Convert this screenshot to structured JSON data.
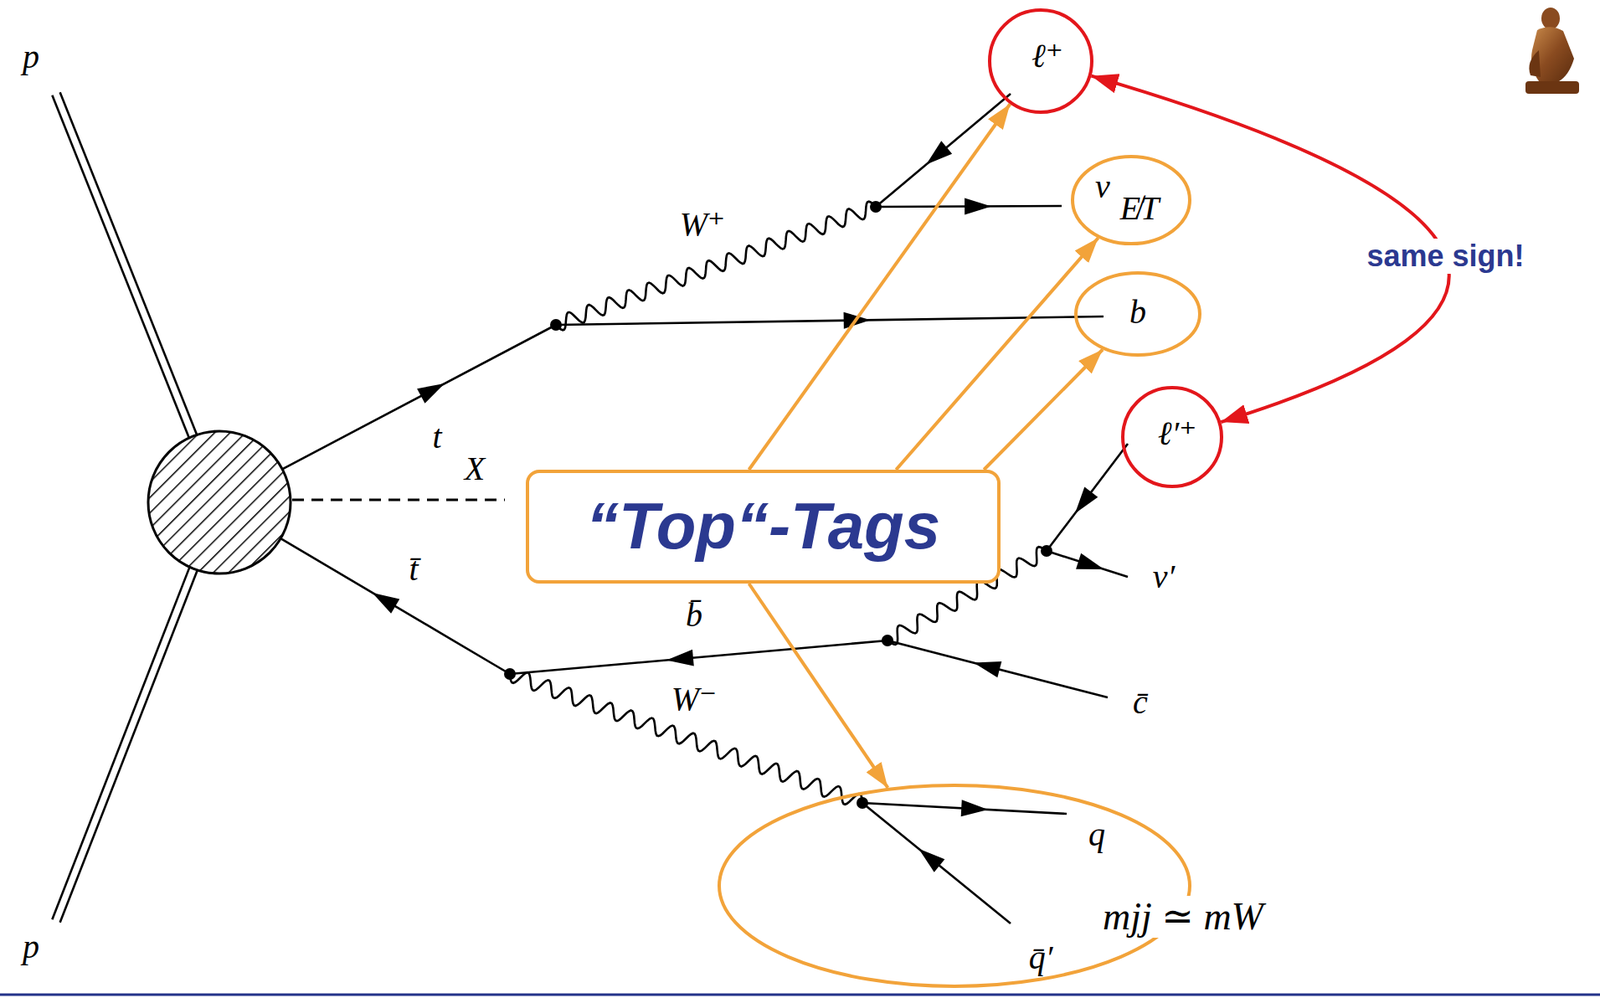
{
  "diagram": {
    "nodes": [
      {
        "text": [
          "ℓ⁺"
        ]
      },
      {
        "text": [
          "ν",
          "E̸T"
        ]
      },
      {
        "text": [
          "b"
        ]
      },
      {
        "text": [
          "“Top“-Tags"
        ]
      },
      {
        "text": [
          "ℓ′⁺"
        ]
      },
      {
        "text": [
          "q",
          "q̄′",
          "mjj ≃ mW"
        ]
      }
    ],
    "edges": [
      {
        "from": 3,
        "to": 0,
        "arrow": "to"
      },
      {
        "from": 3,
        "to": 1,
        "arrow": "to"
      },
      {
        "from": 3,
        "to": 2,
        "arrow": "to"
      },
      {
        "from": 3,
        "to": 5,
        "arrow": "to"
      },
      {
        "from": 0,
        "to": 4,
        "arrow": "both",
        "label": "same sign!"
      }
    ],
    "labels": [
      "p",
      "p",
      "t",
      "W⁺",
      "X",
      "t̄",
      "b̄",
      "W⁻",
      "ν′",
      "c̄"
    ]
  }
}
